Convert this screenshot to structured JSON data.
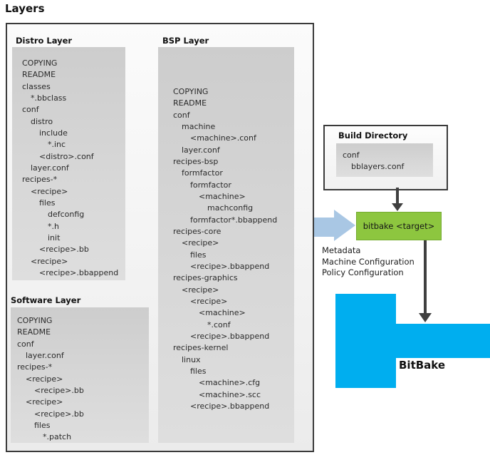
{
  "title": "Layers",
  "colors": {
    "tree_box_gray": "#d4d4d4",
    "outer_border": "#3a3a3a",
    "bitbake_target_green": "#8dc63f",
    "bitbake_cyan": "#00aeef",
    "input_arrow_blue": "#a9c7e4",
    "connector_arrow_dark": "#3f3f3f"
  },
  "layers": {
    "distro": {
      "label": "Distro Layer",
      "lines": [
        {
          "t": "COPYING",
          "i": 0
        },
        {
          "t": "README",
          "i": 0
        },
        {
          "t": "classes",
          "i": 0
        },
        {
          "t": "*.bbclass",
          "i": 1
        },
        {
          "t": "conf",
          "i": 0
        },
        {
          "t": "distro",
          "i": 1
        },
        {
          "t": "include",
          "i": 2
        },
        {
          "t": "*.inc",
          "i": 3
        },
        {
          "t": "<distro>.conf",
          "i": 2
        },
        {
          "t": "layer.conf",
          "i": 1
        },
        {
          "t": "recipes-*",
          "i": 0
        },
        {
          "t": "<recipe>",
          "i": 1
        },
        {
          "t": "files",
          "i": 2
        },
        {
          "t": "defconfig",
          "i": 3
        },
        {
          "t": "*.h",
          "i": 3
        },
        {
          "t": "init",
          "i": 3
        },
        {
          "t": "<recipe>.bb",
          "i": 2
        },
        {
          "t": "<recipe>",
          "i": 1
        },
        {
          "t": "<recipe>.bbappend",
          "i": 2
        }
      ]
    },
    "bsp": {
      "label": "BSP Layer",
      "lines": [
        {
          "t": "COPYING",
          "i": 0
        },
        {
          "t": "README",
          "i": 0
        },
        {
          "t": "conf",
          "i": 0
        },
        {
          "t": "machine",
          "i": 1
        },
        {
          "t": "<machine>.conf",
          "i": 2
        },
        {
          "t": "layer.conf",
          "i": 1
        },
        {
          "t": "recipes-bsp",
          "i": 0
        },
        {
          "t": "formfactor",
          "i": 1
        },
        {
          "t": "formfactor",
          "i": 2
        },
        {
          "t": "<machine>",
          "i": 3
        },
        {
          "t": "machconfig",
          "i": 4
        },
        {
          "t": "formfactor*.bbappend",
          "i": 2
        },
        {
          "t": "recipes-core",
          "i": 0
        },
        {
          "t": "<recipe>",
          "i": 1
        },
        {
          "t": "files",
          "i": 2
        },
        {
          "t": "<recipe>.bbappend",
          "i": 2
        },
        {
          "t": "recipes-graphics",
          "i": 0
        },
        {
          "t": "<recipe>",
          "i": 1
        },
        {
          "t": "<recipe>",
          "i": 2
        },
        {
          "t": "<machine>",
          "i": 3
        },
        {
          "t": "*.conf",
          "i": 4
        },
        {
          "t": "<recipe>.bbappend",
          "i": 2
        },
        {
          "t": "recipes-kernel",
          "i": 0
        },
        {
          "t": "linux",
          "i": 1
        },
        {
          "t": "files",
          "i": 2
        },
        {
          "t": "<machine>.cfg",
          "i": 3
        },
        {
          "t": "<machine>.scc",
          "i": 3
        },
        {
          "t": "<recipe>.bbappend",
          "i": 2
        }
      ]
    },
    "software": {
      "label": "Software Layer",
      "lines": [
        {
          "t": "COPYING",
          "i": 0
        },
        {
          "t": "README",
          "i": 0
        },
        {
          "t": "conf",
          "i": 0
        },
        {
          "t": "layer.conf",
          "i": 1
        },
        {
          "t": "recipes-*",
          "i": 0
        },
        {
          "t": "<recipe>",
          "i": 1
        },
        {
          "t": "<recipe>.bb",
          "i": 2
        },
        {
          "t": "<recipe>",
          "i": 1
        },
        {
          "t": "<recipe>.bb",
          "i": 2
        },
        {
          "t": "files",
          "i": 2
        },
        {
          "t": "*.patch",
          "i": 3
        }
      ]
    }
  },
  "build_directory": {
    "label": "Build Directory",
    "lines": [
      {
        "t": "conf",
        "i": 0
      },
      {
        "t": "bblayers.conf",
        "i": 1
      }
    ]
  },
  "bitbake_target": {
    "label": "bitbake <target>"
  },
  "inputs_note": {
    "lines": [
      "Metadata",
      "Machine Configuration",
      "Policy Configuration"
    ]
  },
  "bitbake": {
    "label": "BitBake"
  }
}
